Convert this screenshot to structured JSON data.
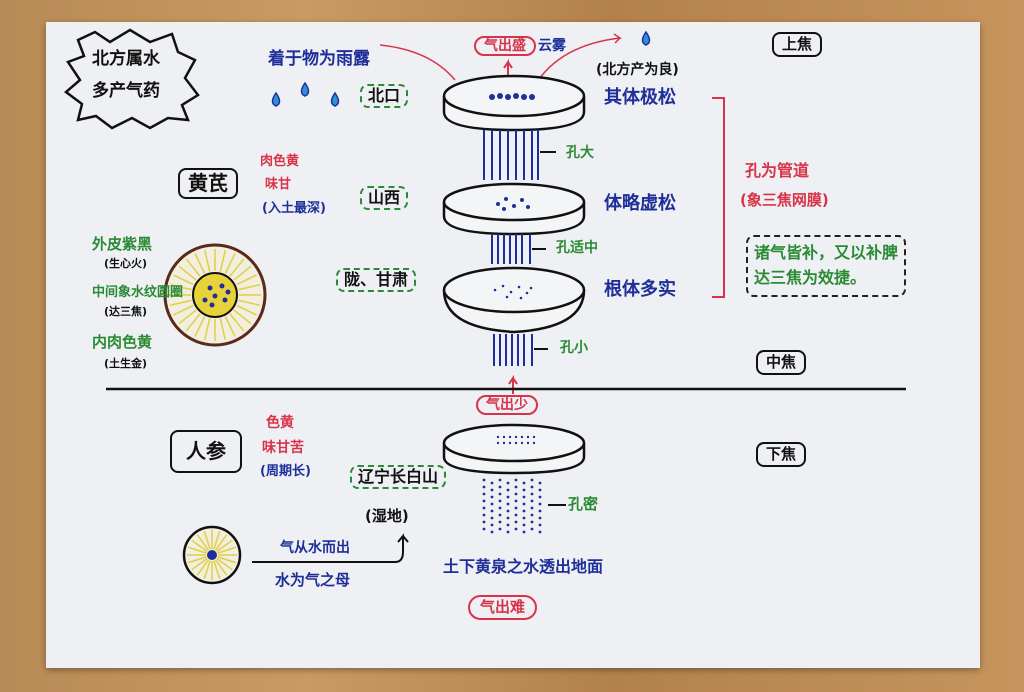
{
  "title_badge": [
    "北方属水",
    "多产气药"
  ],
  "top": {
    "dew_text": "着于物为雨露",
    "region_north": "北口",
    "qi_strong": "气出盛",
    "cloud": "云雾",
    "north_best": "(北方产为良)",
    "upper_jiao": "上焦"
  },
  "right": {
    "layer1": "其体极松",
    "layer2": "体略虚松",
    "layer3": "根体多实",
    "pores_large": "孔大",
    "pores_medium": "孔适中",
    "pores_small": "孔小",
    "pipe_note": [
      "孔为管道",
      "(象三焦网膜)"
    ],
    "effect_note": [
      "诸气皆补，又以补脾",
      "达三焦为效捷。"
    ],
    "middle_jiao": "中焦"
  },
  "huangqi": {
    "name": "黄芪",
    "traits": [
      "肉色黄",
      "味甘",
      "(入土最深)"
    ],
    "region_shanxi": "山西",
    "region_gansu": "陇、甘肃",
    "cross_section": [
      {
        "label": "外皮紫黑",
        "note": "(生心火)"
      },
      {
        "label": "中间象水纹圆圈",
        "note": "(达三焦)"
      },
      {
        "label": "内肉色黄",
        "note": "(土生金)"
      }
    ]
  },
  "renshen": {
    "qi_little": "气出少",
    "name": "人参",
    "traits": [
      "色黄",
      "味甘苦",
      "(周期长)"
    ],
    "region": "辽宁长白山",
    "region_note": "(湿地)",
    "pores_dense": "孔密",
    "qi_from_water": "气从水而出",
    "water_mother": "水为气之母",
    "underground_water": "土下黄泉之水透出地面",
    "qi_hard": "气出难",
    "lower_jiao": "下焦"
  },
  "colors": {
    "blue": "#1f2f9a",
    "red": "#d8334a",
    "green": "#2a8a35",
    "yellow": "#e8d23a"
  }
}
